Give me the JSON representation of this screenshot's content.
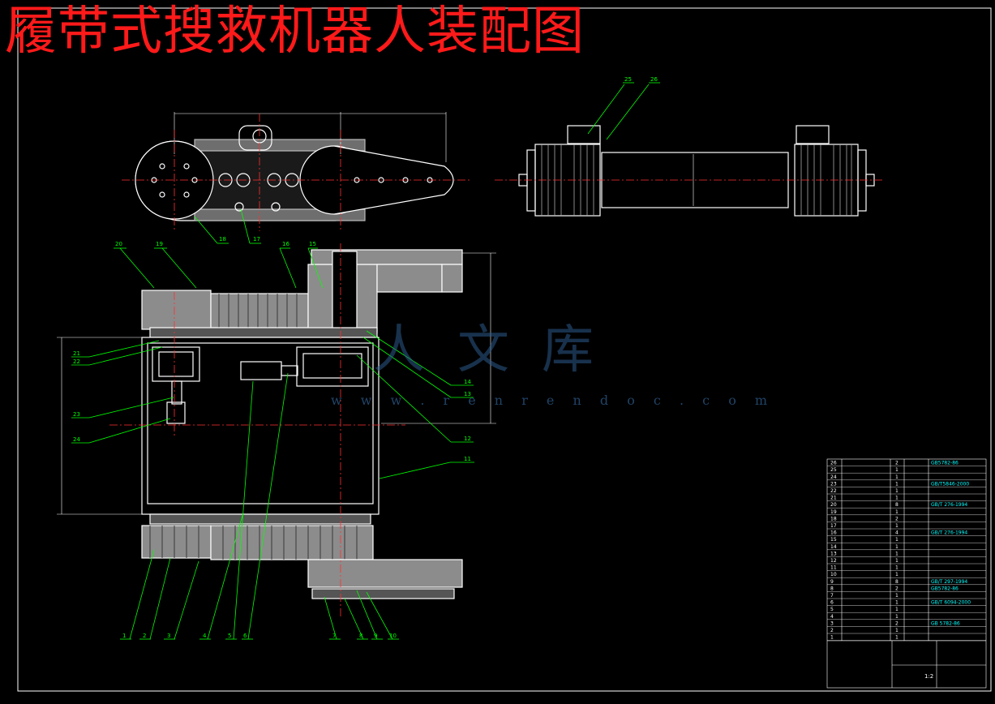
{
  "title": "履带式搜救机器人装配图",
  "watermark": {
    "text": "人文库",
    "url": "w w w . r e n r e n d o c . c o m"
  },
  "callouts": [
    "1",
    "2",
    "3",
    "4",
    "5",
    "6",
    "7",
    "8",
    "9",
    "10",
    "11",
    "12",
    "13",
    "14",
    "15",
    "16",
    "17",
    "18",
    "19",
    "20",
    "21",
    "22",
    "23",
    "24",
    "25",
    "26"
  ],
  "bom_rows": [
    {
      "no": "26",
      "qty": "2",
      "std": "GB5782-86"
    },
    {
      "no": "25",
      "qty": "1",
      "std": ""
    },
    {
      "no": "24",
      "qty": "1",
      "std": ""
    },
    {
      "no": "23",
      "qty": "1",
      "std": "GB/T5846-2000"
    },
    {
      "no": "22",
      "qty": "1",
      "std": ""
    },
    {
      "no": "21",
      "qty": "1",
      "std": ""
    },
    {
      "no": "20",
      "qty": "8",
      "std": "GB/T 276-1994"
    },
    {
      "no": "19",
      "qty": "1",
      "std": ""
    },
    {
      "no": "18",
      "qty": "2",
      "std": ""
    },
    {
      "no": "17",
      "qty": "1",
      "std": ""
    },
    {
      "no": "16",
      "qty": "4",
      "std": "GB/T 276-1994"
    },
    {
      "no": "15",
      "qty": "1",
      "std": ""
    },
    {
      "no": "14",
      "qty": "1",
      "std": ""
    },
    {
      "no": "13",
      "qty": "1",
      "std": ""
    },
    {
      "no": "12",
      "qty": "1",
      "std": ""
    },
    {
      "no": "11",
      "qty": "1",
      "std": ""
    },
    {
      "no": "10",
      "qty": "1",
      "std": ""
    },
    {
      "no": "9",
      "qty": "8",
      "std": "GB/T 297-1994"
    },
    {
      "no": "8",
      "qty": "2",
      "std": "GB5782-86"
    },
    {
      "no": "7",
      "qty": "1",
      "std": ""
    },
    {
      "no": "6",
      "qty": "1",
      "std": "GB/T 6094-2000"
    },
    {
      "no": "5",
      "qty": "1",
      "std": ""
    },
    {
      "no": "4",
      "qty": "1",
      "std": ""
    },
    {
      "no": "3",
      "qty": "2",
      "std": "GB 5782-86"
    },
    {
      "no": "2",
      "qty": "1",
      "std": ""
    },
    {
      "no": "1",
      "qty": "1",
      "std": ""
    }
  ],
  "title_block": {
    "sheet": "1:2"
  },
  "colors": {
    "outline": "#ffffff",
    "leader": "#00ff00",
    "centerline": "#ff3030",
    "dimension": "#00ffff",
    "table_text": "#00ffff",
    "gear_fill": "#8c8c8c"
  }
}
